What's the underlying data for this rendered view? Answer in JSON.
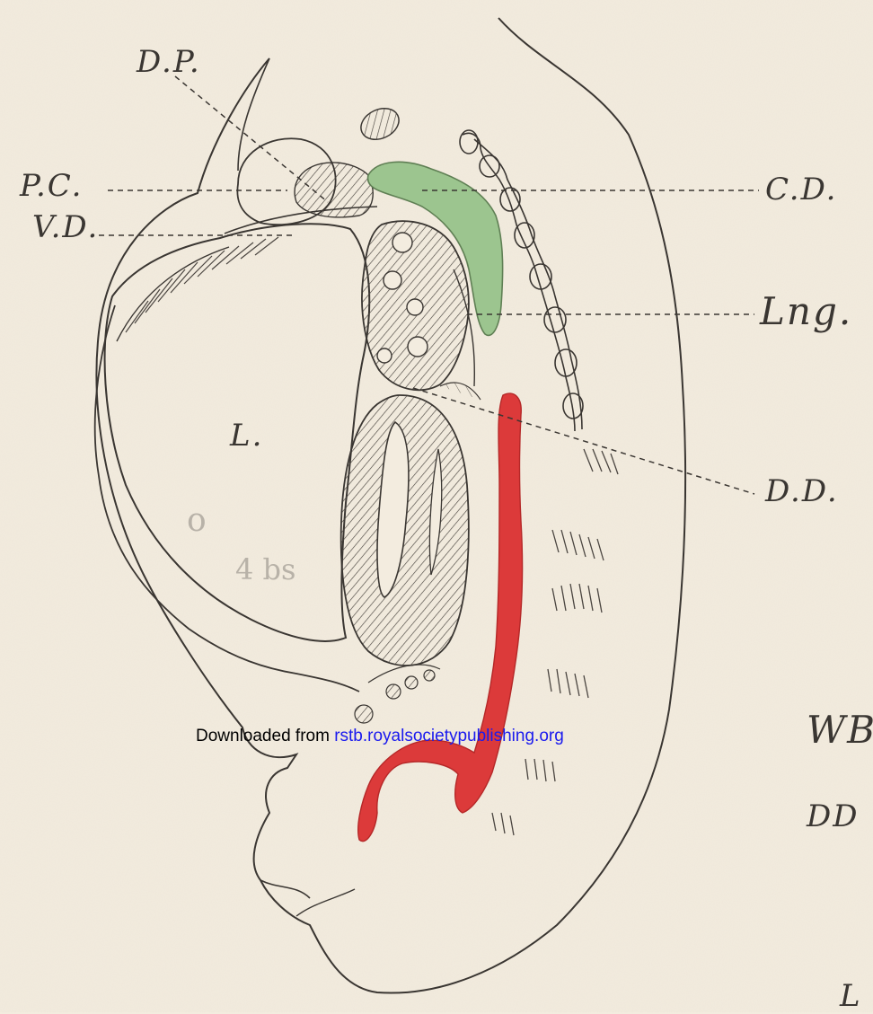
{
  "labels": {
    "dp": "D.P.",
    "pc": "P.C.",
    "vd": "V.D.",
    "cd": "C.D.",
    "lng": "Lng.",
    "l": "L.",
    "dd": "D.D.",
    "wb_partial": "WB",
    "dd_partial": "DD",
    "l_partial": "L"
  },
  "pencil_marks": {
    "circle": "o",
    "annotation": "4 bs"
  },
  "watermark": {
    "prefix": "Downloaded from ",
    "link": "rstb.royalsocietypublishing.org"
  },
  "colors": {
    "paper": "#f3ecdf",
    "ink": "#3a3632",
    "green_duct": "#9cc58f",
    "red_vessel": "#dc3a3a",
    "link": "#1a1aee"
  }
}
